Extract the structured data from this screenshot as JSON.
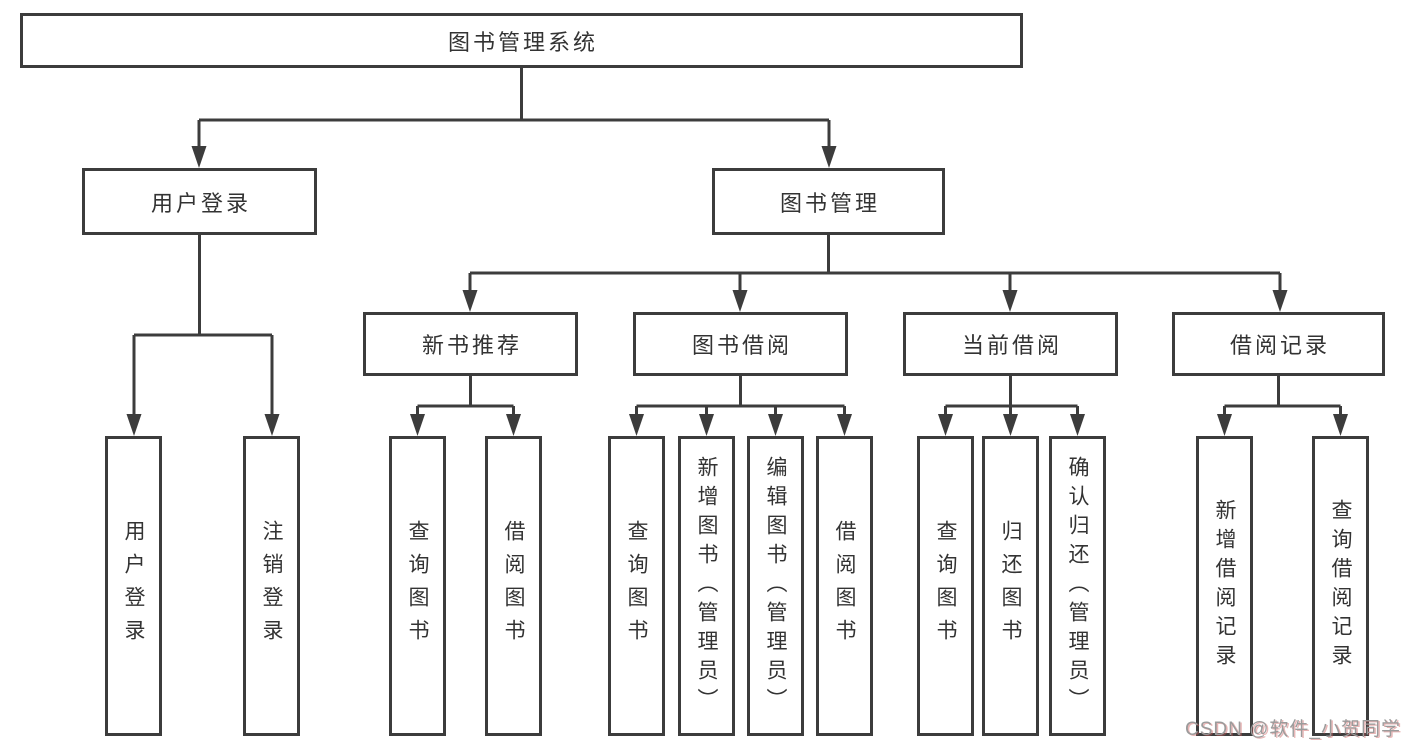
{
  "colors": {
    "line": "#3c3c3c",
    "box_border": "#3c3c3c",
    "text": "#333333",
    "background": "#ffffff",
    "watermark": "#9b9b9b"
  },
  "root": {
    "label": "图书管理系统"
  },
  "branches": [
    {
      "label": "用户登录",
      "children": [
        {
          "label": "用户登录"
        },
        {
          "label": "注销登录"
        }
      ]
    },
    {
      "label": "图书管理",
      "children": [
        {
          "label": "新书推荐",
          "children": [
            {
              "label": "查询图书"
            },
            {
              "label": "借阅图书"
            }
          ]
        },
        {
          "label": "图书借阅",
          "children": [
            {
              "label": "查询图书"
            },
            {
              "label": "新增图书（管理员）"
            },
            {
              "label": "编辑图书（管理员）"
            },
            {
              "label": "借阅图书"
            }
          ]
        },
        {
          "label": "当前借阅",
          "children": [
            {
              "label": "查询图书"
            },
            {
              "label": "归还图书"
            },
            {
              "label": "确认归还（管理员）"
            }
          ]
        },
        {
          "label": "借阅记录",
          "children": [
            {
              "label": "新增借阅记录"
            },
            {
              "label": "查询借阅记录"
            }
          ]
        }
      ]
    }
  ],
  "watermark": {
    "text": "CSDN @软件_小贺同学"
  }
}
